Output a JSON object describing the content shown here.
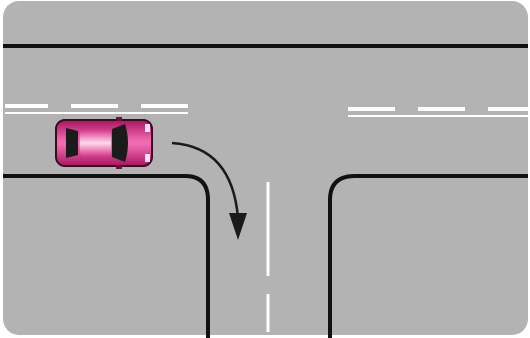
{
  "scene": {
    "type": "t-intersection-right-turn",
    "vehicle": {
      "kind": "car",
      "color": "#e0308a",
      "heading": "east",
      "maneuver": "right-turn"
    },
    "turn_arrow": {
      "icon": "curved-arrow-down-icon",
      "color": "#1a1a1a"
    },
    "colors": {
      "road": "#b3b3b3",
      "curb": "#111111",
      "lane_marking": "#ffffff",
      "background": "#ffffff"
    }
  }
}
